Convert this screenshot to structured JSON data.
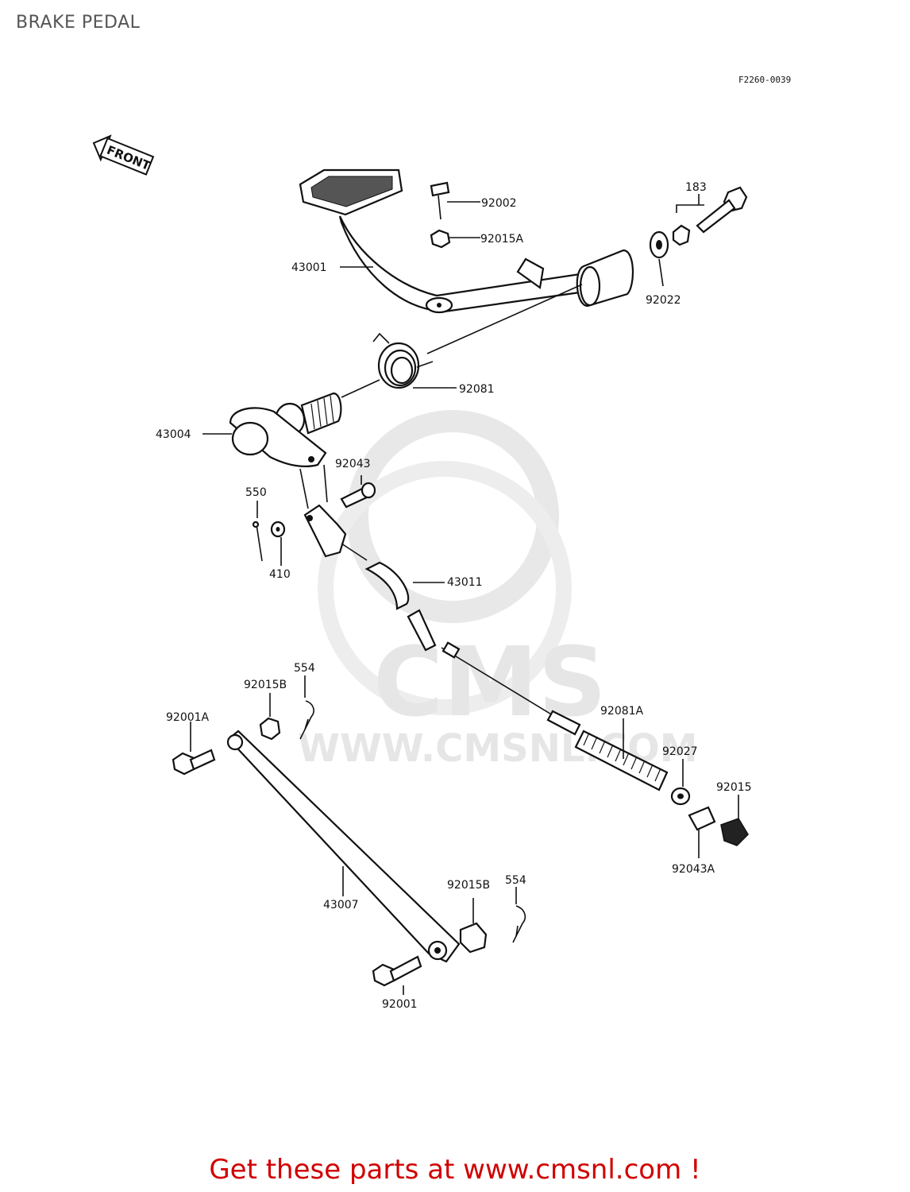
{
  "header": {
    "title": "BRAKE PEDAL"
  },
  "diagram": {
    "code": "F2260-0039",
    "front_label": "FRONT",
    "watermark": {
      "brand": "CMS",
      "url": "WWW.CMSNL.COM"
    },
    "callouts": [
      {
        "id": "c-92002",
        "text": "92002"
      },
      {
        "id": "c-92015A",
        "text": "92015A"
      },
      {
        "id": "c-183",
        "text": "183"
      },
      {
        "id": "c-43001",
        "text": "43001"
      },
      {
        "id": "c-92022",
        "text": "92022"
      },
      {
        "id": "c-92081",
        "text": "92081"
      },
      {
        "id": "c-43004",
        "text": "43004"
      },
      {
        "id": "c-92043",
        "text": "92043"
      },
      {
        "id": "c-550",
        "text": "550"
      },
      {
        "id": "c-410",
        "text": "410"
      },
      {
        "id": "c-43011",
        "text": "43011"
      },
      {
        "id": "c-554a",
        "text": "554"
      },
      {
        "id": "c-92015B-a",
        "text": "92015B"
      },
      {
        "id": "c-92001A",
        "text": "92001A"
      },
      {
        "id": "c-92081A",
        "text": "92081A"
      },
      {
        "id": "c-92027",
        "text": "92027"
      },
      {
        "id": "c-92015",
        "text": "92015"
      },
      {
        "id": "c-92043A",
        "text": "92043A"
      },
      {
        "id": "c-43007",
        "text": "43007"
      },
      {
        "id": "c-92015B-b",
        "text": "92015B"
      },
      {
        "id": "c-554b",
        "text": "554"
      },
      {
        "id": "c-92001",
        "text": "92001"
      }
    ]
  },
  "footer": {
    "text": "Get these parts at www.cmsnl.com !"
  }
}
